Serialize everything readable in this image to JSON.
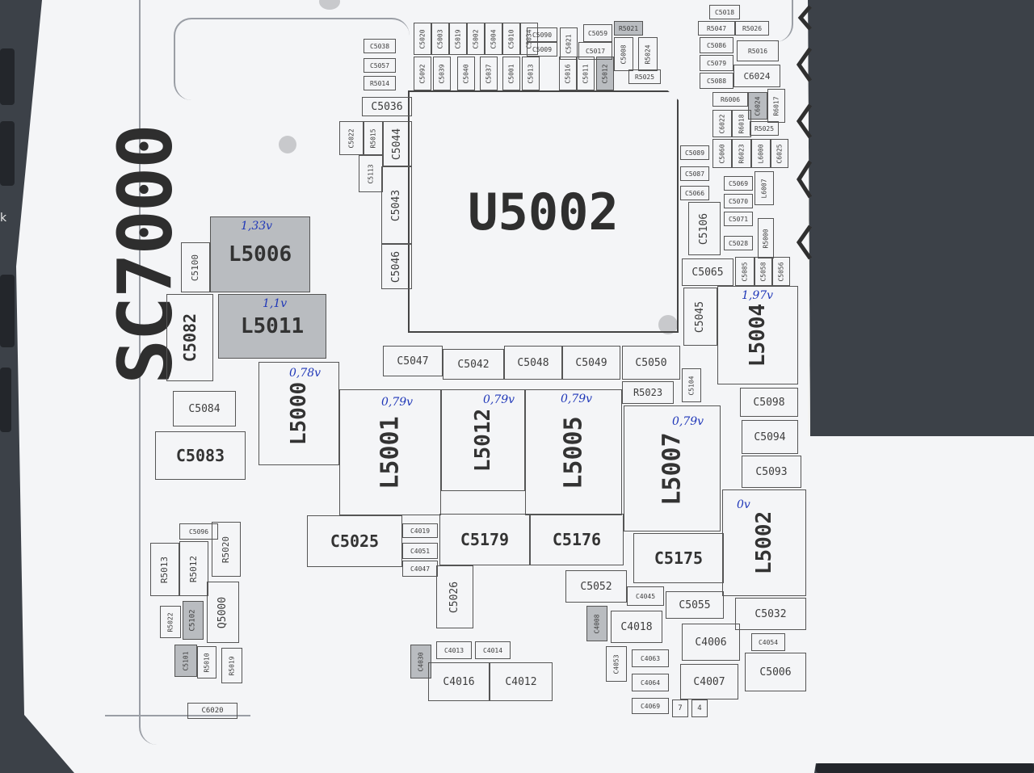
{
  "board_label": "SC7000",
  "main_ic": "U5002",
  "edge_char": "k",
  "components": [
    {
      "id": "C5018",
      "label": "C5018"
    },
    {
      "id": "C5038",
      "label": "C5038"
    },
    {
      "id": "C5057",
      "label": "C5057"
    },
    {
      "id": "R5014",
      "label": "R5014"
    },
    {
      "id": "C5020",
      "label": "C5020"
    },
    {
      "id": "C5003",
      "label": "C5003"
    },
    {
      "id": "C5019",
      "label": "C5019"
    },
    {
      "id": "C5002",
      "label": "C5002"
    },
    {
      "id": "C5004",
      "label": "C5004"
    },
    {
      "id": "C5010",
      "label": "C5010"
    },
    {
      "id": "C5034",
      "label": "C5034"
    },
    {
      "id": "C5090",
      "label": "C5090"
    },
    {
      "id": "C5021",
      "label": "C5021"
    },
    {
      "id": "C5059",
      "label": "C5059"
    },
    {
      "id": "R5021",
      "label": "R5021"
    },
    {
      "id": "C5092",
      "label": "C5092"
    },
    {
      "id": "C5039",
      "label": "C5039"
    },
    {
      "id": "C5040",
      "label": "C5040"
    },
    {
      "id": "C5037",
      "label": "C5037"
    },
    {
      "id": "C5001",
      "label": "C5001"
    },
    {
      "id": "C5013",
      "label": "C5013"
    },
    {
      "id": "C5009",
      "label": "C5009"
    },
    {
      "id": "C5016",
      "label": "C5016"
    },
    {
      "id": "C5011",
      "label": "C5011"
    },
    {
      "id": "C5012",
      "label": "C5012"
    },
    {
      "id": "C5017",
      "label": "C5017"
    },
    {
      "id": "C5008",
      "label": "C5008"
    },
    {
      "id": "R5024",
      "label": "R5024"
    },
    {
      "id": "R5025",
      "label": "R5025"
    },
    {
      "id": "C5036",
      "label": "C5036"
    },
    {
      "id": "C5022",
      "label": "C5022"
    },
    {
      "id": "R5015",
      "label": "R5015"
    },
    {
      "id": "C5044",
      "label": "C5044"
    },
    {
      "id": "C5113",
      "label": "C5113"
    },
    {
      "id": "C5043",
      "label": "C5043"
    },
    {
      "id": "C5046",
      "label": "C5046"
    },
    {
      "id": "R5047",
      "label": "R5047"
    },
    {
      "id": "R5026",
      "label": "R5026"
    },
    {
      "id": "C5086",
      "label": "C5086"
    },
    {
      "id": "R5016",
      "label": "R5016"
    },
    {
      "id": "C5079",
      "label": "C5079"
    },
    {
      "id": "C5088",
      "label": "C5088"
    },
    {
      "id": "C6024",
      "label": "C6024"
    },
    {
      "id": "R6006",
      "label": "R6006"
    },
    {
      "id": "C6024b",
      "label": "C6024"
    },
    {
      "id": "R6017",
      "label": "R6017"
    },
    {
      "id": "C6022",
      "label": "C6022"
    },
    {
      "id": "R6018",
      "label": "R6018"
    },
    {
      "id": "R5025b",
      "label": "R5025"
    },
    {
      "id": "C5089",
      "label": "C5089"
    },
    {
      "id": "C5060",
      "label": "C5060"
    },
    {
      "id": "R6023",
      "label": "R6023"
    },
    {
      "id": "L6000",
      "label": "L6000"
    },
    {
      "id": "C6025",
      "label": "C6025"
    },
    {
      "id": "C5087",
      "label": "C5087"
    },
    {
      "id": "C5069",
      "label": "C5069"
    },
    {
      "id": "L6007",
      "label": "L6007"
    },
    {
      "id": "C5066",
      "label": "C5066"
    },
    {
      "id": "C5070",
      "label": "C5070"
    },
    {
      "id": "C5106",
      "label": "C5106"
    },
    {
      "id": "C5071",
      "label": "C5071"
    },
    {
      "id": "R5000",
      "label": "R5000"
    },
    {
      "id": "C5028",
      "label": "C5028"
    },
    {
      "id": "C5065",
      "label": "C5065"
    },
    {
      "id": "C5085",
      "label": "C5085"
    },
    {
      "id": "C5058",
      "label": "C5058"
    },
    {
      "id": "C5056",
      "label": "C5056"
    },
    {
      "id": "L5006",
      "label": "L5006"
    },
    {
      "id": "C5100",
      "label": "C5100"
    },
    {
      "id": "L5011",
      "label": "L5011"
    },
    {
      "id": "C5082",
      "label": "C5082"
    },
    {
      "id": "C5045",
      "label": "C5045"
    },
    {
      "id": "L5004",
      "label": "L5004"
    },
    {
      "id": "C5047",
      "label": "C5047"
    },
    {
      "id": "C5042",
      "label": "C5042"
    },
    {
      "id": "C5048",
      "label": "C5048"
    },
    {
      "id": "C5049",
      "label": "C5049"
    },
    {
      "id": "C5050",
      "label": "C5050"
    },
    {
      "id": "C5104",
      "label": "C5104"
    },
    {
      "id": "R5023",
      "label": "R5023"
    },
    {
      "id": "C5098",
      "label": "C5098"
    },
    {
      "id": "L5000",
      "label": "L5000"
    },
    {
      "id": "C5084",
      "label": "C5084"
    },
    {
      "id": "L5001",
      "label": "L5001"
    },
    {
      "id": "L5012",
      "label": "L5012"
    },
    {
      "id": "L5005",
      "label": "L5005"
    },
    {
      "id": "L5007",
      "label": "L5007"
    },
    {
      "id": "C5094",
      "label": "C5094"
    },
    {
      "id": "C5083",
      "label": "C5083"
    },
    {
      "id": "C5093",
      "label": "C5093"
    },
    {
      "id": "L5002",
      "label": "L5002"
    },
    {
      "id": "C5025",
      "label": "C5025"
    },
    {
      "id": "C4019",
      "label": "C4019"
    },
    {
      "id": "C4051",
      "label": "C4051"
    },
    {
      "id": "C4047",
      "label": "C4047"
    },
    {
      "id": "C5179",
      "label": "C5179"
    },
    {
      "id": "C5176",
      "label": "C5176"
    },
    {
      "id": "C5175",
      "label": "C5175"
    },
    {
      "id": "C5096",
      "label": "C5096"
    },
    {
      "id": "R5013",
      "label": "R5013"
    },
    {
      "id": "R5012",
      "label": "R5012"
    },
    {
      "id": "R5020",
      "label": "R5020"
    },
    {
      "id": "C5026",
      "label": "C5026"
    },
    {
      "id": "C5052",
      "label": "C5052"
    },
    {
      "id": "C4045",
      "label": "C4045"
    },
    {
      "id": "C5055",
      "label": "C5055"
    },
    {
      "id": "C5032",
      "label": "C5032"
    },
    {
      "id": "R5022",
      "label": "R5022"
    },
    {
      "id": "C5102",
      "label": "C5102"
    },
    {
      "id": "Q5000",
      "label": "Q5000"
    },
    {
      "id": "C4008",
      "label": "C4008"
    },
    {
      "id": "C4018",
      "label": "C4018"
    },
    {
      "id": "C4006",
      "label": "C4006"
    },
    {
      "id": "C4054",
      "label": "C4054"
    },
    {
      "id": "C4030",
      "label": "C4030"
    },
    {
      "id": "C4013",
      "label": "C4013"
    },
    {
      "id": "C4014",
      "label": "C4014"
    },
    {
      "id": "C4053",
      "label": "C4053"
    },
    {
      "id": "C4063",
      "label": "C4063"
    },
    {
      "id": "C5101",
      "label": "C5101"
    },
    {
      "id": "R5010",
      "label": "R5010"
    },
    {
      "id": "R5019",
      "label": "R5019"
    },
    {
      "id": "C4016",
      "label": "C4016"
    },
    {
      "id": "C4012",
      "label": "C4012"
    },
    {
      "id": "C4064",
      "label": "C4064"
    },
    {
      "id": "C4007",
      "label": "C4007"
    },
    {
      "id": "C5006",
      "label": "C5006"
    },
    {
      "id": "C4069",
      "label": "C4069"
    },
    {
      "id": "C6020",
      "label": "C6020"
    },
    {
      "id": "mark7",
      "label": "7"
    },
    {
      "id": "mark4",
      "label": "4"
    }
  ],
  "voltages": {
    "L5006": "1,33v",
    "L5011": "1,1v",
    "L5000": "0,78v",
    "L5001": "0,79v",
    "L5012": "0,79v",
    "L5005": "0,79v",
    "L5007": "0,79v",
    "L5004": "1,97v",
    "L5002": "0v"
  }
}
